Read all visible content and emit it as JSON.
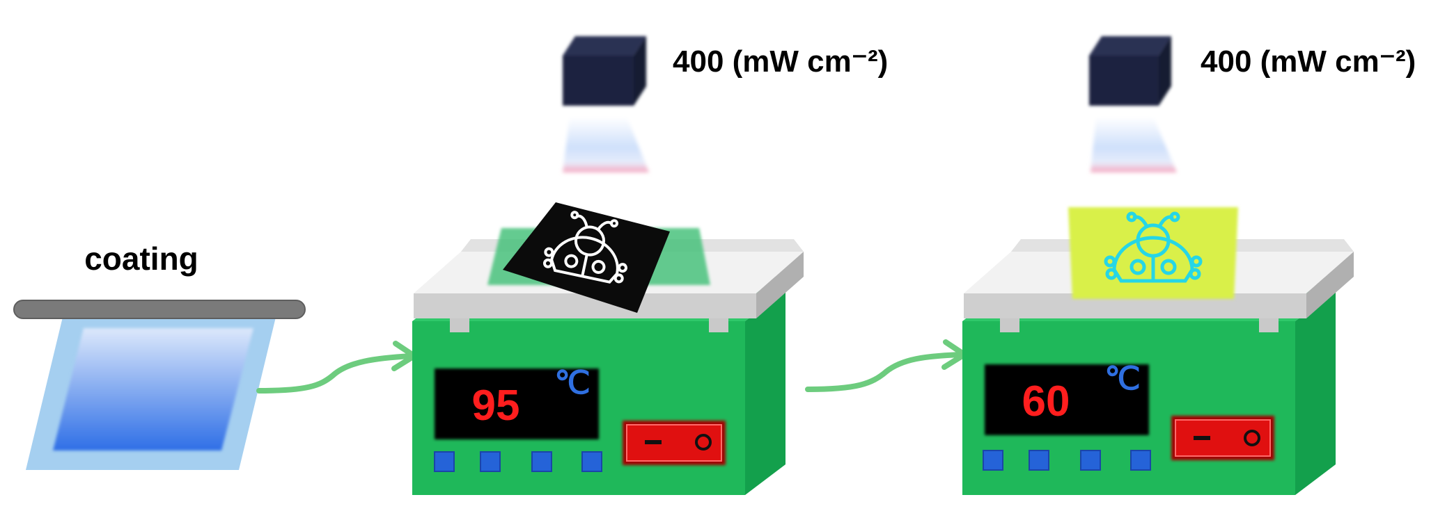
{
  "coating": {
    "label": "coating"
  },
  "stations": [
    {
      "intensity_label": "400 (mW cm⁻²)",
      "temperature": "95",
      "temperature_unit": "℃",
      "pattern": "black-mask-ladybug"
    },
    {
      "intensity_label": "400 (mW cm⁻²)",
      "temperature": "60",
      "temperature_unit": "℃",
      "pattern": "cyan-ladybug-on-yellow-film"
    }
  ],
  "colors": {
    "heater_green": "#1fb85a",
    "heater_dark": "#119a49",
    "display_red": "#ff1e1e",
    "unit_blue": "#2f6fe0",
    "button_blue": "#2563d8",
    "switch_red": "#e01010",
    "arrow_green": "#6dcc7e",
    "lamp_navy": "#1b2340",
    "glass_blue": "#2f6fe6",
    "mask_black": "#0b0b0b",
    "film_yellow": "#d9f04a",
    "pattern_cyan": "#26d6e6"
  }
}
